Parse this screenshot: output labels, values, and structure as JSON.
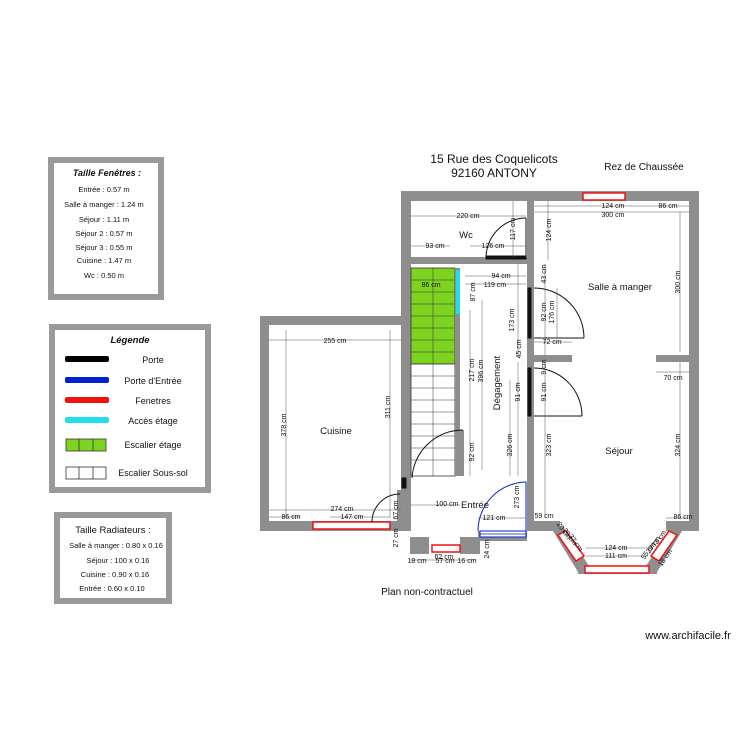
{
  "header": {
    "address_line1": "15 Rue des Coquelicots",
    "address_line2": "92160 ANTONY",
    "floor": "Rez de Chaussée",
    "disclaimer": "Plan non-contractuel",
    "website": "www.archifacile.fr"
  },
  "windows_box": {
    "title": "Taille Fenêtres :",
    "items": [
      "Entrée : 0.57 m",
      "Salle à manger : 1.24 m",
      "Séjour : 1.11 m",
      "Séjour 2 : 0.57 m",
      "Séjour 3 : 0.55 m",
      "Cuisine : 1.47 m",
      "Wc : 0.50 m"
    ]
  },
  "legend": {
    "title": "Légende",
    "items": [
      {
        "label": "Porte",
        "color": "#000000",
        "kind": "bar"
      },
      {
        "label": "Porte d'Entrée",
        "color": "#0022cc",
        "kind": "bar"
      },
      {
        "label": "Fenetres",
        "color": "#ee1111",
        "kind": "bar"
      },
      {
        "label": "Accès étage",
        "color": "#22ddee",
        "kind": "bar"
      },
      {
        "label": "Escalier étage",
        "color": "#7ed321",
        "kind": "stair"
      },
      {
        "label": "Escalier Sous-sol",
        "color": "#ffffff",
        "kind": "stair"
      }
    ]
  },
  "radiators_box": {
    "title": "Taille Radiateurs :",
    "items": [
      "Salle à manger : 0.80 x 0.16",
      "Séjour : 100 x 0.16",
      "Cuisine : 0.90 x 0.16",
      "Entrée : 0.60 x 0.10"
    ]
  },
  "rooms": {
    "wc": "Wc",
    "salle": "Salle à manger",
    "cuisine": "Cuisine",
    "degagement": "Dégagement",
    "sejour": "Séjour",
    "entree": "Entrée"
  },
  "dims": {
    "d220": "220 cm",
    "d93": "93 cm",
    "d126": "126 cm",
    "d117": "117 cm",
    "d94": "94 cm",
    "d119": "119 cm",
    "d86a": "86 cm",
    "d87": "87 cm",
    "d124a": "124 cm",
    "d300a": "300 cm",
    "d86b": "86 cm",
    "d124b": "124 cm",
    "d43": "43 cm",
    "d300b": "300 cm",
    "d173": "173 cm",
    "d92a": "92 cm",
    "d176": "176 cm",
    "d45": "45 cm",
    "d72": "72 cm",
    "d9": "9 cm",
    "d70": "70 cm",
    "d255": "255 cm",
    "d311": "311 cm",
    "d378": "378 cm",
    "d217": "217 cm",
    "d396": "396 cm",
    "d91a": "91 cm",
    "d91b": "91 cm",
    "d92b": "92 cm",
    "d326": "326 cm",
    "d323": "323 cm",
    "d324": "324 cm",
    "d273": "273 cm",
    "d274": "274 cm",
    "d86c": "86 cm",
    "d147": "147 cm",
    "d67": "67 cm",
    "d100": "100 cm",
    "d121": "121 cm",
    "d59": "59 cm",
    "d86d": "86 cm",
    "d27": "27 cm",
    "d62": "62 cm",
    "d18a": "18 cm",
    "d57": "57 cm",
    "d16": "16 cm",
    "d24": "24 cm",
    "d20": "20 cm",
    "d29": "29 cm",
    "d37": "37 cm",
    "d124c": "124 cm",
    "d111": "111 cm",
    "d73": "73 cm",
    "d29b": "29 cm",
    "d55": "55 cm",
    "d18b": "18 cm"
  }
}
